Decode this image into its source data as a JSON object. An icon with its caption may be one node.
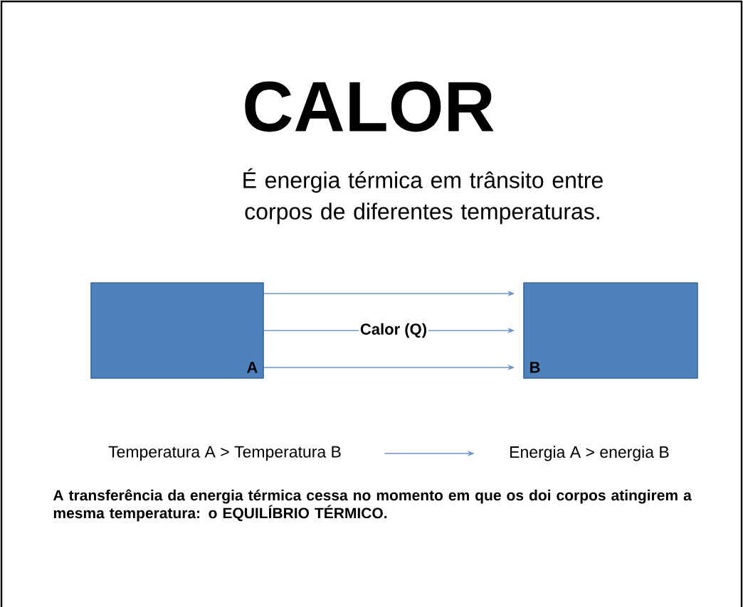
{
  "diagram": {
    "title": "CALOR",
    "nodes": [
      {
        "text": [
          "A"
        ]
      },
      {
        "text": [
          "B"
        ]
      },
      {
        "text": [
          "Temperatura A > Temperatura B"
        ]
      },
      {
        "text": [
          "Energia A  >  energia B"
        ]
      }
    ],
    "edges": [
      {
        "from": 0,
        "to": 1,
        "arrow": "to"
      },
      {
        "from": 0,
        "to": 1,
        "arrow": "to",
        "label": "Calor (Q)"
      },
      {
        "from": 0,
        "to": 1,
        "arrow": "to"
      },
      {
        "from": 2,
        "to": 3,
        "arrow": "to"
      }
    ],
    "labels": [
      "É energia térmica em trânsito entre corpos de diferentes temperaturas.",
      "A transferência da energia térmica cessa no momento em que os doi corpos atingirem a mesma temperatura: o EQUILÍBRIO TÉRMICO."
    ]
  }
}
